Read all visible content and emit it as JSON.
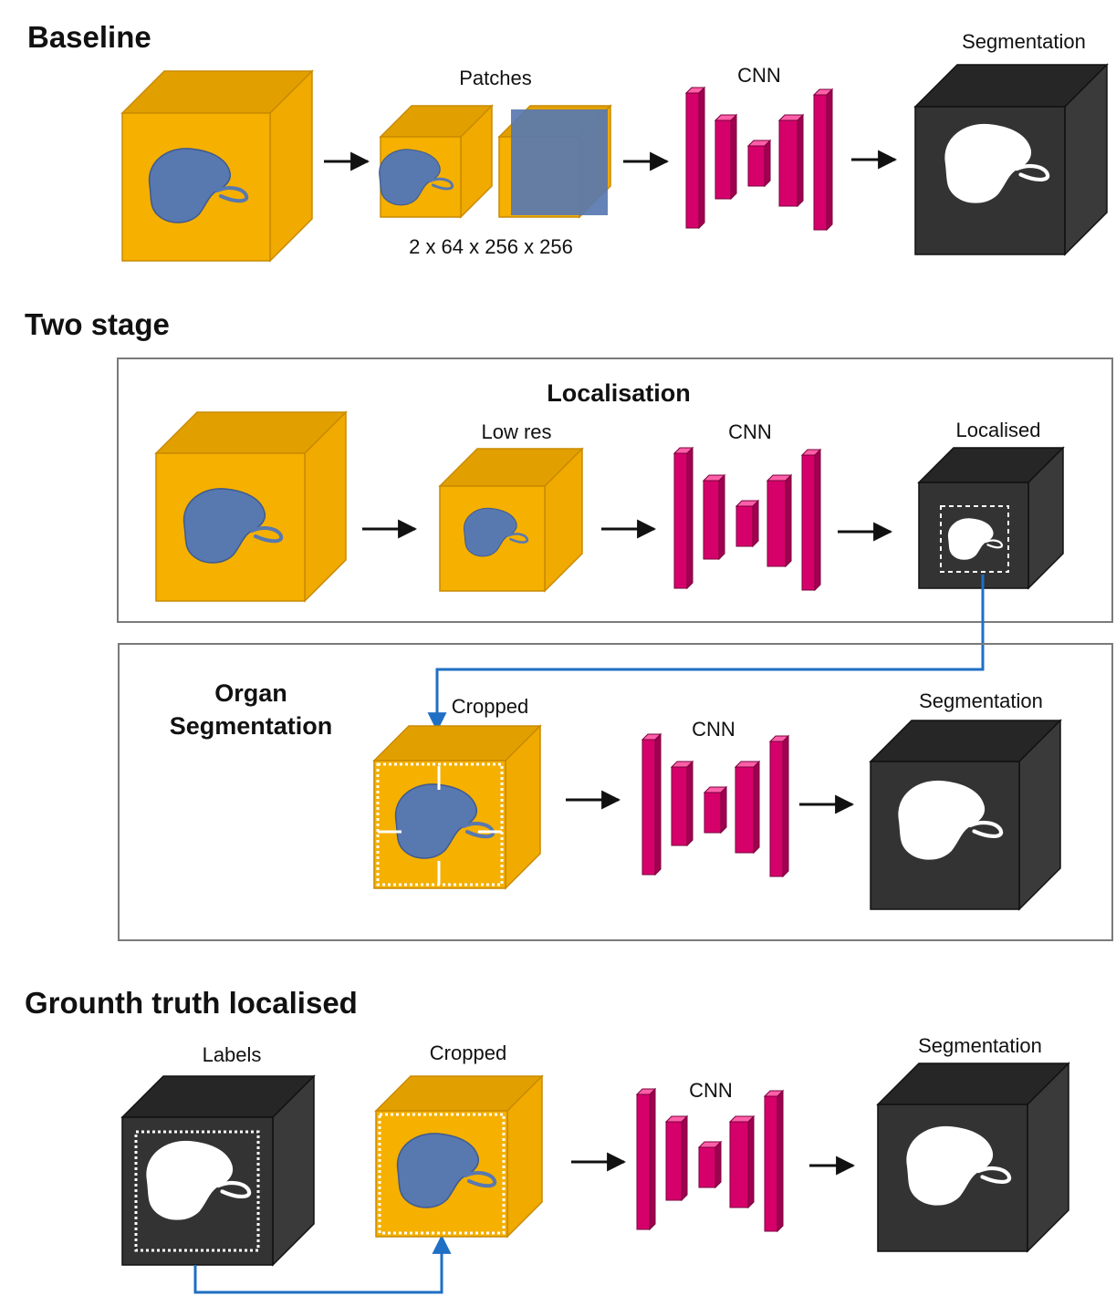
{
  "sections": {
    "baseline": {
      "title": "Baseline",
      "patches_label": "Patches",
      "patches_dims": "2 x 64 x 256 x 256",
      "cnn_label": "CNN",
      "output_label": "Segmentation"
    },
    "two_stage": {
      "title": "Two stage",
      "localisation": {
        "title": "Localisation",
        "lowres_label": "Low res",
        "cnn_label": "CNN",
        "output_label": "Localised"
      },
      "organ": {
        "title_line1": "Organ",
        "title_line2": "Segmentation",
        "cropped_label": "Cropped",
        "cnn_label": "CNN",
        "output_label": "Segmentation"
      }
    },
    "gt": {
      "title": "Grounth truth localised",
      "labels_label": "Labels",
      "cropped_label": "Cropped",
      "cnn_label": "CNN",
      "output_label": "Segmentation"
    }
  },
  "colors": {
    "volume_front": "#f5b000",
    "volume_top": "#e2a000",
    "volume_side": "#f0aa00",
    "organ": "#5878b0",
    "mask_front": "#333333",
    "mask_top": "#262626",
    "mask_side": "#3a3a3a",
    "cnn": "#d6006b",
    "connector": "#1f6fc4",
    "arrow": "#111111"
  }
}
